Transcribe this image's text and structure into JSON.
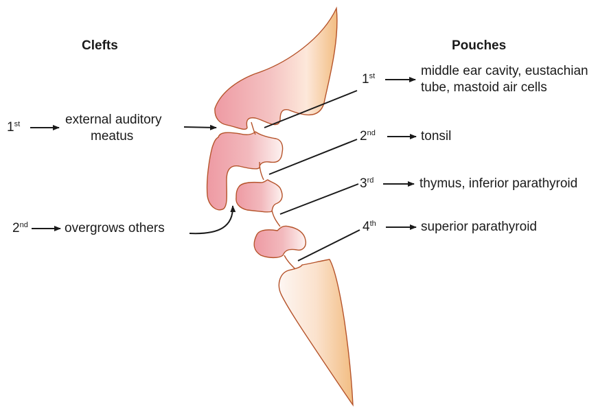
{
  "clefts": {
    "heading": "Clefts",
    "items": [
      {
        "num": "1",
        "suffix": "st",
        "label_line1": "external auditory",
        "label_line2": "meatus"
      },
      {
        "num": "2",
        "suffix": "nd",
        "label": "overgrows others"
      }
    ]
  },
  "pouches": {
    "heading": "Pouches",
    "items": [
      {
        "num": "1",
        "suffix": "st",
        "label_line1": "middle ear cavity, eustachian",
        "label_line2": "tube, mastoid air cells"
      },
      {
        "num": "2",
        "suffix": "nd",
        "label": "tonsil"
      },
      {
        "num": "3",
        "suffix": "rd",
        "label": "thymus, inferior parathyroid"
      },
      {
        "num": "4",
        "suffix": "th",
        "label": "superior parathyroid"
      }
    ]
  },
  "colors": {
    "outline": "#b5532a",
    "pink": "#e8a4aa",
    "peach": "#f3c48f",
    "line": "#1a1a1a"
  }
}
